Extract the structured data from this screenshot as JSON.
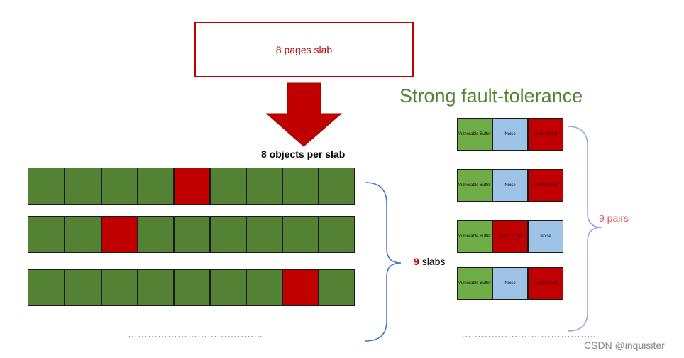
{
  "top_box": {
    "label": "8 pages slab"
  },
  "objects_label": "8 objects per slab",
  "title": "Strong fault-tolerance",
  "slabs": {
    "rows": [
      [
        "green",
        "green",
        "green",
        "green",
        "red",
        "green",
        "green",
        "green",
        "green"
      ],
      [
        "green",
        "green",
        "red",
        "green",
        "green",
        "green",
        "green",
        "green",
        "green"
      ],
      [
        "green",
        "green",
        "green",
        "green",
        "green",
        "green",
        "green",
        "red",
        "green"
      ]
    ],
    "ellipsis": "………………………………….."
  },
  "slabs_label": {
    "count": "9",
    "text": "slabs"
  },
  "pairs": {
    "rows": [
      [
        "Vulnerable Buffer",
        "Noise",
        "Victim SLAB"
      ],
      [
        "Vulnerable Buffer",
        "Noise",
        "Victim SLAB"
      ],
      [
        "Vulnerable Buffer",
        "Victim SLAB",
        "Noise"
      ],
      [
        "Vulnerable Buffer",
        "Noise",
        "Victim SLAB"
      ]
    ],
    "ellipsis": "………………………………….."
  },
  "pairs_label": "9 pairs",
  "watermark": "CSDN @inquisiter",
  "colors": {
    "slab_green": "#548235",
    "slab_red": "#c00000",
    "vulnerable_green": "#70ad47",
    "noise_blue": "#9dc3e6",
    "victim_red": "#c00000",
    "brace_blue": "#4472c4",
    "title_green": "#548235"
  }
}
